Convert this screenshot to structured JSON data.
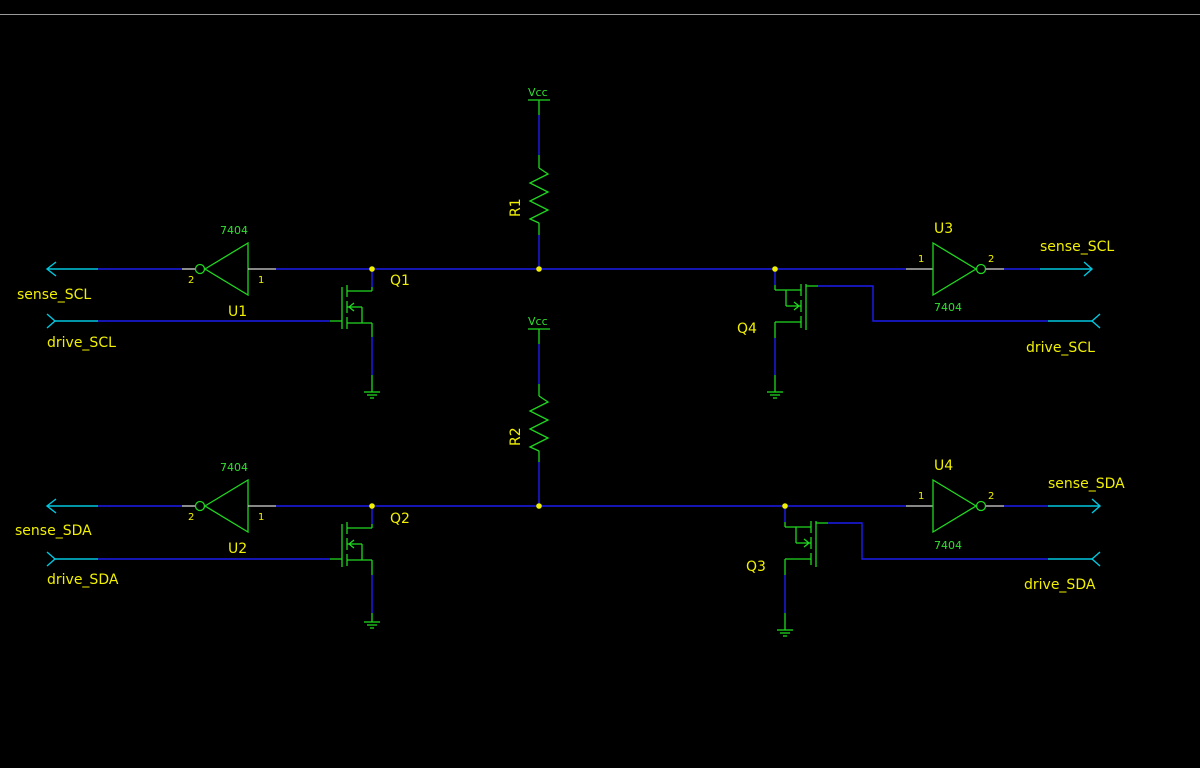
{
  "colors": {
    "background": "#000000",
    "wire": "#1c1cf0",
    "symbol": "#20d820",
    "label": "#f0f000",
    "port": "#00c8e0",
    "junction": "#f0f000"
  },
  "power": {
    "vcc1": "Vcc",
    "vcc2": "Vcc"
  },
  "resistors": {
    "r1": "R1",
    "r2": "R2"
  },
  "transistors": {
    "q1": "Q1",
    "q2": "Q2",
    "q3": "Q3",
    "q4": "Q4"
  },
  "inverters": {
    "u1": {
      "ref": "U1",
      "part": "7404",
      "pin_in": "2",
      "pin_out": "1"
    },
    "u2": {
      "ref": "U2",
      "part": "7404",
      "pin_in": "2",
      "pin_out": "1"
    },
    "u3": {
      "ref": "U3",
      "part": "7404",
      "pin_in": "1",
      "pin_out": "2"
    },
    "u4": {
      "ref": "U4",
      "part": "7404",
      "pin_in": "1",
      "pin_out": "2"
    }
  },
  "ports": {
    "left_sense_scl": "sense_SCL",
    "left_drive_scl": "drive_SCL",
    "left_sense_sda": "sense_SDA",
    "left_drive_sda": "drive_SDA",
    "right_sense_scl": "sense_SCL",
    "right_drive_scl": "drive_SCL",
    "right_sense_sda": "sense_SDA",
    "right_drive_sda": "drive_SDA"
  }
}
